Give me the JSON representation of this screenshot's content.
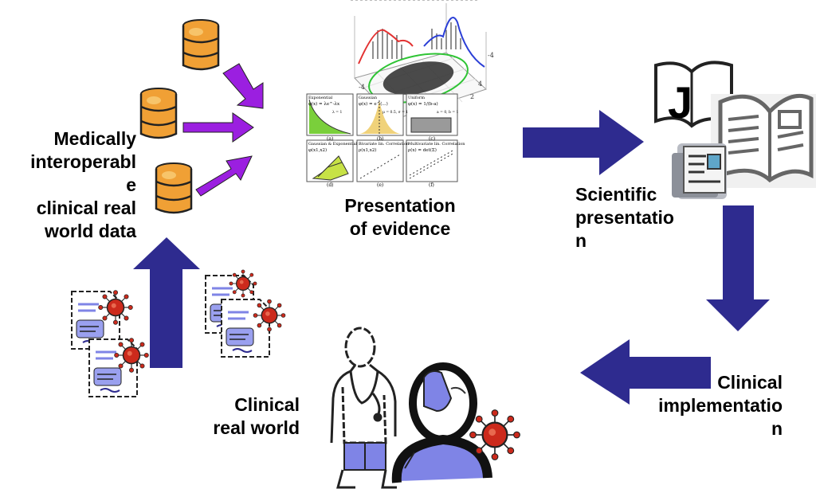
{
  "labels": {
    "medically": [
      "Medically",
      "interoperabl",
      "e",
      "clinical real",
      "world data"
    ],
    "presentation": [
      "Presentation",
      "of evidence"
    ],
    "scientific": [
      "Scientific",
      "presentatio",
      "n"
    ],
    "implementation": [
      "Clinical",
      "implementatio",
      "n"
    ],
    "real_world": [
      "Clinical",
      "real world"
    ]
  },
  "plot_panels": [
    {
      "title": "Exponential",
      "formula": "φ(x) = λe^-λx",
      "param": "λ = 1",
      "tag": "(a)"
    },
    {
      "title": "Gaussian",
      "formula": "φ(x) = e^(...)",
      "param": "μ = 0.5, σ = 1",
      "tag": "(b)"
    },
    {
      "title": "Uniform",
      "formula": "φ(x) = 1/(b-a)",
      "param": "a = 0, b = 1",
      "tag": "(c)"
    },
    {
      "title": "Gaussian & Exponential",
      "formula": "φ(x1,x2)",
      "param": "",
      "tag": "(d)"
    },
    {
      "title": "Bivariate lin. Correlation",
      "formula": "ρ(x1,x2)",
      "param": "",
      "tag": "(e)"
    },
    {
      "title": "Multivariate lin. Correlation",
      "formula": "ρ(x) = det(Σ)",
      "param": "",
      "tag": "(f)"
    }
  ],
  "journal_letter": "J",
  "colors": {
    "arrow_blue": "#2e2b8f",
    "arrow_purple": "#9b1fe0",
    "barrel_orange": "#f0a035",
    "figure_blue": "#7f84e6",
    "virus_red": "#cc2a1c"
  }
}
